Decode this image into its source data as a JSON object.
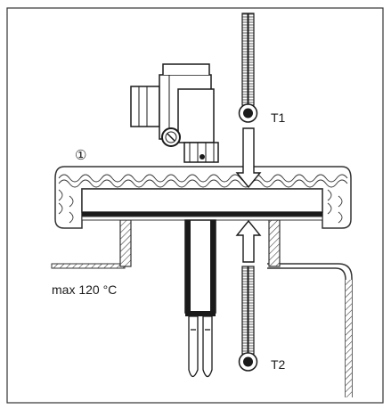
{
  "labels": {
    "marker": "①",
    "thermometer_top": "T1",
    "thermometer_bottom": "T2",
    "temperature_note": "max 120 °C"
  }
}
